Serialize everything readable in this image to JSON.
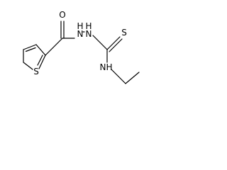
{
  "structure": {
    "atoms": {
      "carbonyl_oxygen": "O",
      "thiocarbonyl_sulfur": "S",
      "thiophene_sulfur": "S",
      "hydrazide_nh_1": "N",
      "hydrazide_nh_1_h": "H",
      "hydrazide_nh_2": "N",
      "hydrazide_nh_2_h": "H",
      "amide_n": "N",
      "amide_n_h": "H"
    },
    "colors": {
      "bond": "#000000",
      "label": "#000000",
      "background": "#ffffff"
    }
  }
}
